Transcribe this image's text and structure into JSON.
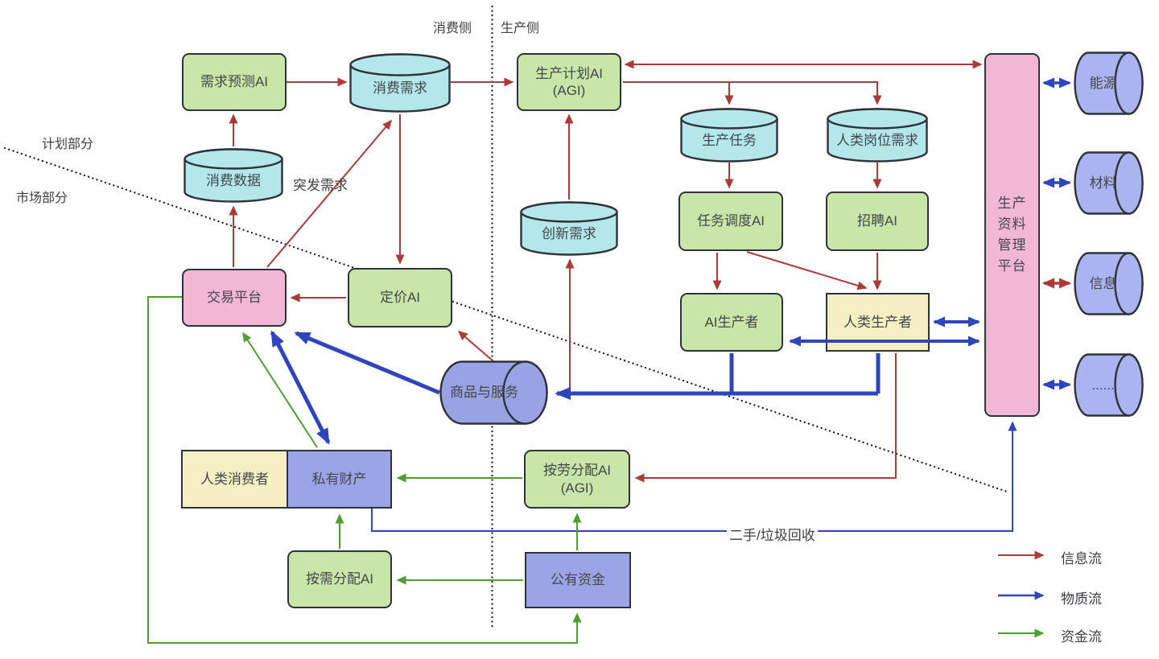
{
  "diagram": {
    "side_labels": {
      "consumer_side": "消费侧",
      "producer_side": "生产侧",
      "plan_part": "计划部分",
      "market_part": "市场部分"
    },
    "edge_labels": {
      "burst_demand": "突发需求",
      "secondhand_recycle": "二手/垃圾回收"
    }
  },
  "nodes": {
    "demand_forecast_ai": {
      "label": "需求预测AI"
    },
    "consumption_demand": {
      "label": "消费需求"
    },
    "consumption_data": {
      "label": "消费数据"
    },
    "production_plan_ai": {
      "label": "生产计划AI",
      "sublabel": "(AGI)"
    },
    "innovation_demand": {
      "label": "创新需求"
    },
    "production_task": {
      "label": "生产任务"
    },
    "human_job_demand": {
      "label": "人类岗位需求"
    },
    "task_scheduling_ai": {
      "label": "任务调度AI"
    },
    "recruiting_ai": {
      "label": "招聘AI"
    },
    "ai_producer": {
      "label": "AI生产者"
    },
    "human_producer": {
      "label": "人类生产者"
    },
    "production_resource_platform": {
      "label": "生产资料管理平台",
      "lines": [
        "生产",
        "资料",
        "管理",
        "平台"
      ]
    },
    "energy": {
      "label": "能源"
    },
    "material": {
      "label": "材料"
    },
    "information": {
      "label": "信息"
    },
    "more_resources": {
      "label": "......"
    },
    "trading_platform": {
      "label": "交易平台"
    },
    "pricing_ai": {
      "label": "定价AI"
    },
    "goods_services": {
      "label": "商品与服务"
    },
    "human_consumer": {
      "label": "人类消费者"
    },
    "private_property": {
      "label": "私有财产"
    },
    "labor_distribution_ai": {
      "label": "按劳分配AI",
      "sublabel": "(AGI)"
    },
    "need_distribution_ai": {
      "label": "按需分配AI"
    },
    "public_fund": {
      "label": "公有资金"
    }
  },
  "legend": {
    "items": [
      {
        "label": "信息流",
        "color": "#ab3a3a"
      },
      {
        "label": "物质流",
        "color": "#2f45bb"
      },
      {
        "label": "资金流",
        "color": "#4f9e31"
      }
    ]
  }
}
